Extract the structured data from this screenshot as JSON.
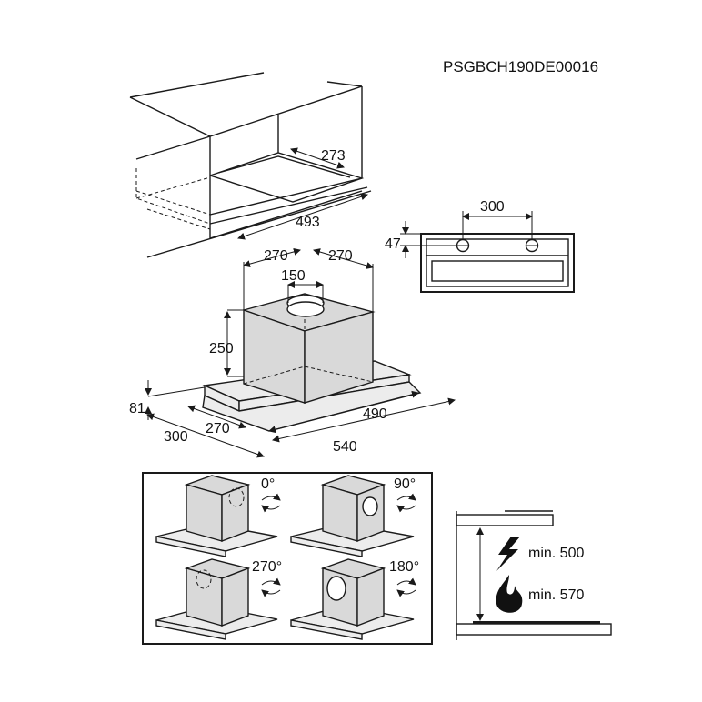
{
  "code": "PSGBCH190DE00016",
  "cabinet": {
    "depth": "273",
    "width": "493"
  },
  "rear_view": {
    "holes_spacing": "300",
    "holes_offset": "47"
  },
  "hood": {
    "left": "270",
    "right": "270",
    "chimney": "150",
    "height": "250",
    "front_height": "81",
    "depth": "300",
    "inner_depth": "270",
    "inner_width": "490",
    "outer_width": "540"
  },
  "orientations": [
    "0°",
    "90°",
    "270°",
    "180°"
  ],
  "clearance": {
    "electric": "min. 500",
    "gas": "min. 570"
  }
}
